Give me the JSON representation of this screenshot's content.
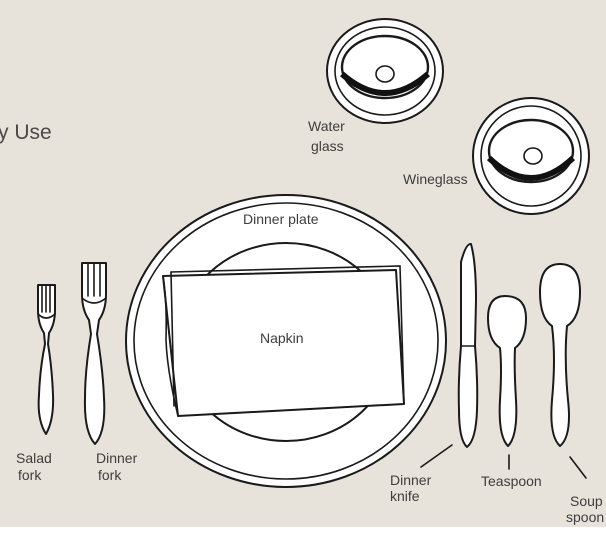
{
  "title_fragment": "y Use",
  "labels": {
    "water_glass": [
      "Water",
      "glass"
    ],
    "wineglass": "Wineglass",
    "dinner_plate": "Dinner plate",
    "napkin": "Napkin",
    "salad_fork": [
      "Salad",
      "fork"
    ],
    "dinner_fork": [
      "Dinner",
      "fork"
    ],
    "dinner_knife": [
      "Dinner",
      "knife"
    ],
    "teaspoon": "Teaspoon",
    "soup_spoon": [
      "Soup",
      "spoon"
    ]
  },
  "colors": {
    "background": "#e7e3da",
    "ink": "#1a1a1a",
    "fill": "#ffffff",
    "text": "#3d3d3d"
  }
}
